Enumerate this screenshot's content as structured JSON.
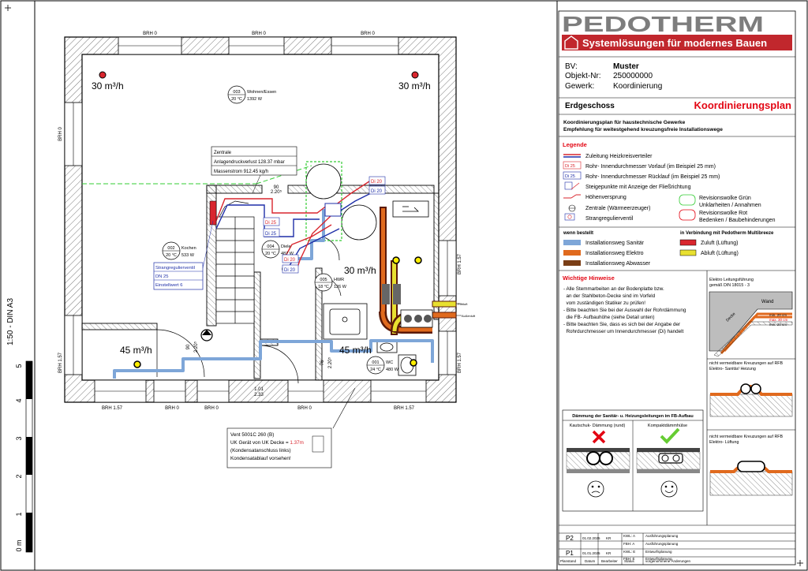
{
  "scale_bar": {
    "label": "1:50 - DIN A3",
    "marks": [
      "5",
      "4",
      "3",
      "2",
      "1",
      "0 m"
    ]
  },
  "brand": {
    "name": "PEDOTHERM",
    "tagline": "Systemlösungen für modernes Bauen"
  },
  "project": {
    "bv_label": "BV:",
    "bv_value": "Muster",
    "obj_label": "Objekt-Nr:",
    "obj_value": "250000000",
    "gew_label": "Gewerk:",
    "gew_value": "Koordinierung"
  },
  "sheet": {
    "floor": "Erdgeschoss",
    "title": "Koordinierungsplan",
    "desc1": "Koordinierungsplan für haustechnische Gewerke",
    "desc2": "Empfehlung für weitestgehend kreuzungsfreie Installationswege"
  },
  "legend": {
    "title": "Legende",
    "items": [
      "Zuleitung Heizkreisverteiler",
      "Rohr- Innendurchmesser Vorlauf (im Beispiel 25 mm)",
      "Rohr- Innendurchmesser Rücklauf (im Beispiel 25 mm)",
      "Steigepunkte mit Anzeige der Fließrichtung",
      "Höhenversprung",
      "Zentrale (Wärmeerzeuger)",
      "Strangregulierventil"
    ],
    "sym_vl": "Di 25",
    "sym_rl": "Di 25",
    "cloud_green_1": "Revisionswolke Grün",
    "cloud_green_2": "Unklarheiten / Annahmen",
    "cloud_red_1": "Revisionswolke Rot",
    "cloud_red_2": "Bedenken / Baubehinderungen",
    "left_head": "wenn bestellt",
    "right_head": "in Verbindung mit Pedotherm Multibreeze",
    "routes": [
      "Installationsweg Sanitär",
      "Installationsweg Elektro",
      "Installationsweg Abwasser"
    ],
    "vent": [
      "Zuluft (Lüftung)",
      "Abluft (Lüftung)"
    ]
  },
  "notes": {
    "title": "Wichtige Hinweise",
    "lines": [
      "- Alle Stemmarbeiten an der Bodenplatte bzw.",
      "  an der Stahlbeton-Decke sind im Vorfeld",
      "  vom zuständigen Statiker zu prüfen!",
      "- Bitte beachten Sie bei der Auswahl der Rohrdämmung",
      "  die FB- Aufbauhöhe (siehe Detail unten)",
      "- Bitte beachten Sie, dass es sich bei der Angabe der",
      "  Rohrdurchmesser um Innendurchmesser (Di) handelt"
    ]
  },
  "detail": {
    "elektro_1": "Elektro Leitungsführung",
    "elektro_2": "gemäß DIN 18015 - 3",
    "wand": "Wand",
    "decke": "Decke",
    "d1": "min. 20 cm",
    "d2": "max. 30 cm",
    "d3": "min. 20 cm",
    "ok1": "nicht vermeidbare Kreuzungen auf RFB",
    "ok2": "Elektro- Sanitär/ Heizung",
    "ok3": "nicht vermeidbare Kreuzungen auf RFB",
    "ok4": "Elektro- Lüftung",
    "damm_title": "Dämmung der Sanitär- u. Heizungsleitungen im FB-Aufbau",
    "bad": "Kautschuk- Dämmung (rund)",
    "good": "Kompaktdämmhülse"
  },
  "revisions": {
    "headers": [
      "Planstand",
      "Datum",
      "Bearbeiter",
      "Status",
      "vorgenommene Änderungen"
    ],
    "rows": [
      {
        "id": "P2",
        "date": "01.02.2025",
        "by": "KR",
        "lines": [
          [
            "KWL: A",
            "Ausführungsplanung"
          ],
          [
            "FBH: A",
            "Ausführungsplanung"
          ]
        ]
      },
      {
        "id": "P1",
        "date": "01.01.2025",
        "by": "KR",
        "lines": [
          [
            "KWL: E",
            "Entwurfsplanung"
          ],
          [
            "FBH: E",
            "Entwurfsplanung"
          ]
        ]
      }
    ]
  },
  "plan": {
    "brh_top": [
      "BRH 0",
      "BRH 0",
      "BRH 0"
    ],
    "brh_bottom": [
      "BRH 1.57",
      "BRH 0",
      "BRH 0",
      "BRH 0",
      "BRH 1.57"
    ],
    "brh_left": [
      "BRH 0",
      "BRH 1.57"
    ],
    "brh_right": [
      "BRH 1.57",
      "BRH 1.57"
    ],
    "flow_tl": "30 m³/h",
    "flow_tr": "30 m³/h",
    "flow_mid": "30 m³/h",
    "flow_bl": "45 m³/h",
    "flow_br": "45 m³/h",
    "rooms": [
      {
        "num": "003",
        "name": "Wohnen/Essen",
        "temp": "20 °C",
        "watt": "1392 W"
      },
      {
        "num": "002",
        "name": "Kochen",
        "temp": "20 °C",
        "watt": "533 W"
      },
      {
        "num": "004",
        "name": "Diele",
        "temp": "20 °C",
        "watt": "487 W"
      },
      {
        "num": "005",
        "name": "HWR",
        "temp": "18 °C",
        "watt": "126 W"
      },
      {
        "num": "001",
        "name": "WC",
        "temp": "24 °C",
        "watt": "480 W"
      }
    ],
    "zentrale": {
      "title": "Zentrale",
      "l1": "Anlagendruckverlust 128.37 mbar",
      "l2": "Massenstrom 912.45 kg/h"
    },
    "srv": {
      "l1": "Strangregulierventil",
      "l2": "DN 25",
      "l3": "Einstellwert  6"
    },
    "tags": {
      "di20": "Di 20",
      "di25": "Di 25"
    },
    "door_dims": [
      "90",
      "2.20⁵",
      "90",
      "2.20⁵",
      "1.01",
      "2.33",
      "76",
      "2.20⁵"
    ],
    "vent_unit": {
      "l1": "Vent 5001C 260 (B)",
      "l2a": "UK Gerät von UK Decke = ",
      "l2b": "1.37m",
      "l3": "(Kondensatanschluss links)",
      "l4": "Kondensatablauf vorsehen!"
    },
    "fortluft": "Fortluft",
    "aussenluft": "Außenluft"
  },
  "colors": {
    "brand_red": "#c1272d",
    "title_red": "#e30613",
    "blue_route": "#7ea6d8",
    "orange": "#e06a1e",
    "brown": "#7a3e16",
    "green": "#33cc33",
    "vl_red": "#d9262e",
    "rl_blue": "#1f2fa8"
  }
}
